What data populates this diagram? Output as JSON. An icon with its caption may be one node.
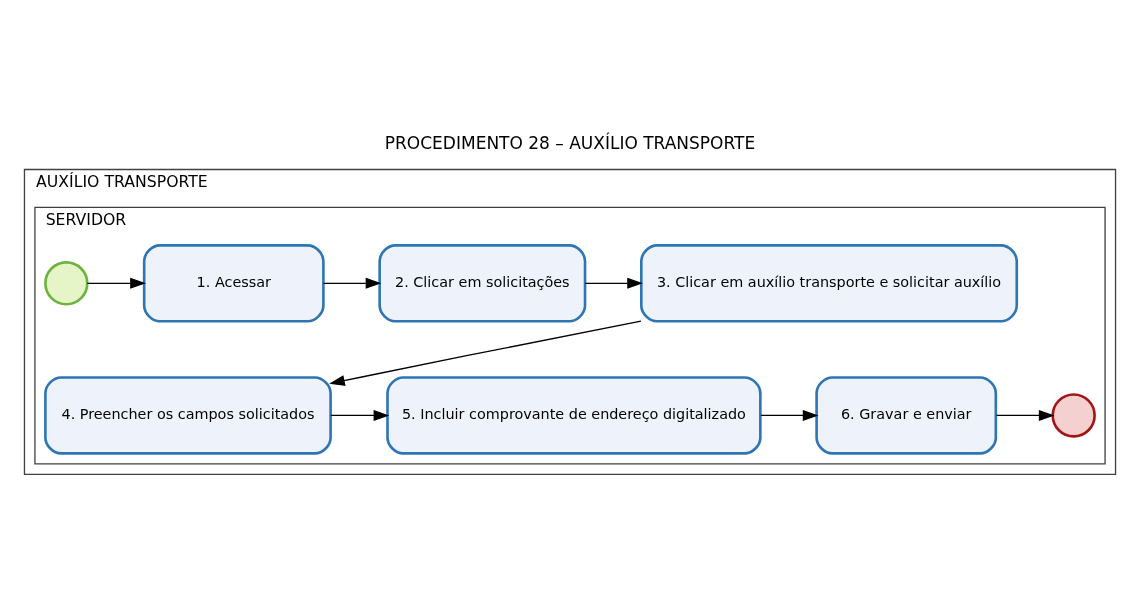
{
  "diagram": {
    "title": "PROCEDIMENTO 28 – AUXÍLIO TRANSPORTE",
    "nodes": [
      {
        "text": [
          "AUXÍLIO TRANSPORTE"
        ]
      },
      {
        "text": [
          "SERVIDOR"
        ],
        "in": 0
      },
      {
        "text": [],
        "shape": "circle",
        "in": 1
      },
      {
        "text": [
          "1. Acessar"
        ],
        "in": 1
      },
      {
        "text": [
          "2. Clicar em solicitações"
        ],
        "in": 1
      },
      {
        "text": [
          "3. Clicar em auxílio transporte e solicitar auxílio"
        ],
        "in": 1
      },
      {
        "text": [
          "4. Preencher os campos solicitados"
        ],
        "in": 1
      },
      {
        "text": [
          "5. Incluir comprovante de endereço digitalizado"
        ],
        "in": 1
      },
      {
        "text": [
          "6. Gravar e enviar"
        ],
        "in": 1
      },
      {
        "text": [],
        "shape": "circle",
        "in": 1
      }
    ],
    "edges": [
      {
        "from": 2,
        "to": 3,
        "arrow": "to"
      },
      {
        "from": 3,
        "to": 4,
        "arrow": "to"
      },
      {
        "from": 4,
        "to": 5,
        "arrow": "to"
      },
      {
        "from": 5,
        "to": 6,
        "arrow": "to"
      },
      {
        "from": 6,
        "to": 7,
        "arrow": "to"
      },
      {
        "from": 7,
        "to": 8,
        "arrow": "to"
      },
      {
        "from": 8,
        "to": 9,
        "arrow": "to"
      }
    ]
  }
}
